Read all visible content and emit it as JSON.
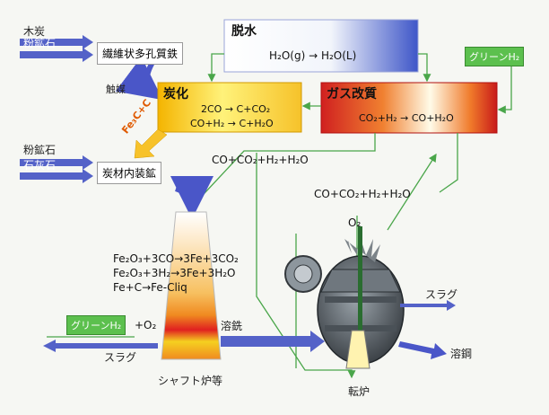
{
  "inputs": {
    "charcoal": "木炭",
    "fine_ore_1": "粉鉱石",
    "fine_ore_2": "粉鉱石",
    "limestone": "石灰石"
  },
  "boxes": {
    "fibrous_iron": "繊維状多孔質鉄",
    "carbon_composite": "炭材内装鉱"
  },
  "labels": {
    "catalyst": "触媒",
    "fe3c_c": "Fe₃C+C",
    "gas_mix_top": "CO+CO₂+H₂+H₂O",
    "gas_mix_right": "CO+CO₂+H₂+H₂O",
    "o2_converter": "O₂",
    "slag_right": "スラグ",
    "slag_left": "スラグ",
    "molten_iron": "溶銑",
    "molten_steel": "溶鋼",
    "shaft_furnace": "シャフト炉等",
    "converter": "転炉",
    "plus_o2": "+O₂"
  },
  "dehydration": {
    "title": "脱水",
    "equation": "H₂O(g) → H₂O(L)"
  },
  "carbonization": {
    "title": "炭化",
    "eq1": "2CO → C+CO₂",
    "eq2": "CO+H₂ → C+H₂O"
  },
  "gas_reforming": {
    "title": "ガス改質",
    "equation": "CO₂+H₂ → CO+H₂O"
  },
  "green_h2_top": "グリーンH₂",
  "green_h2_bottom": "グリーンH₂",
  "shaft_reactions": {
    "r1": "Fe₂O₃+3CO→3Fe+3CO₂",
    "r2": "Fe₂O₃+3H₂→3Fe+3H₂O",
    "r3": "Fe+C→Fe-Cliq"
  }
}
